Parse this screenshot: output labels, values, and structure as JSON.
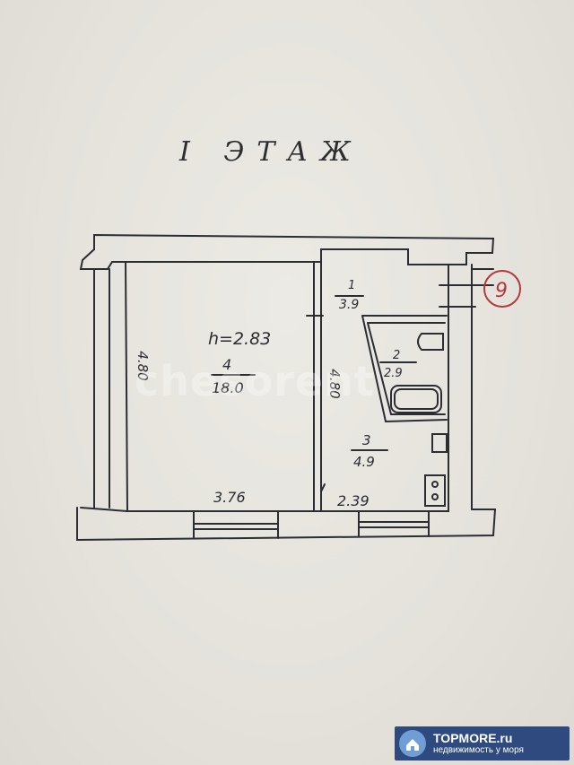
{
  "plan": {
    "title": "I ЭТАЖ",
    "height_label": "h=2.83",
    "unit_number": "9",
    "rooms": [
      {
        "number": "4",
        "area": "18.0"
      },
      {
        "number": "1",
        "area": "3.9"
      },
      {
        "number": "2",
        "area": "2.9"
      },
      {
        "number": "3",
        "area": "4.9"
      }
    ],
    "dimensions": {
      "left_height": "4.80",
      "mid_height": "4.80",
      "left_width": "3.76",
      "right_width": "2.39"
    }
  },
  "watermark": "chesorent",
  "badge": {
    "brand": "TOPMORE.ru",
    "tagline": "недвижимость у моря"
  }
}
